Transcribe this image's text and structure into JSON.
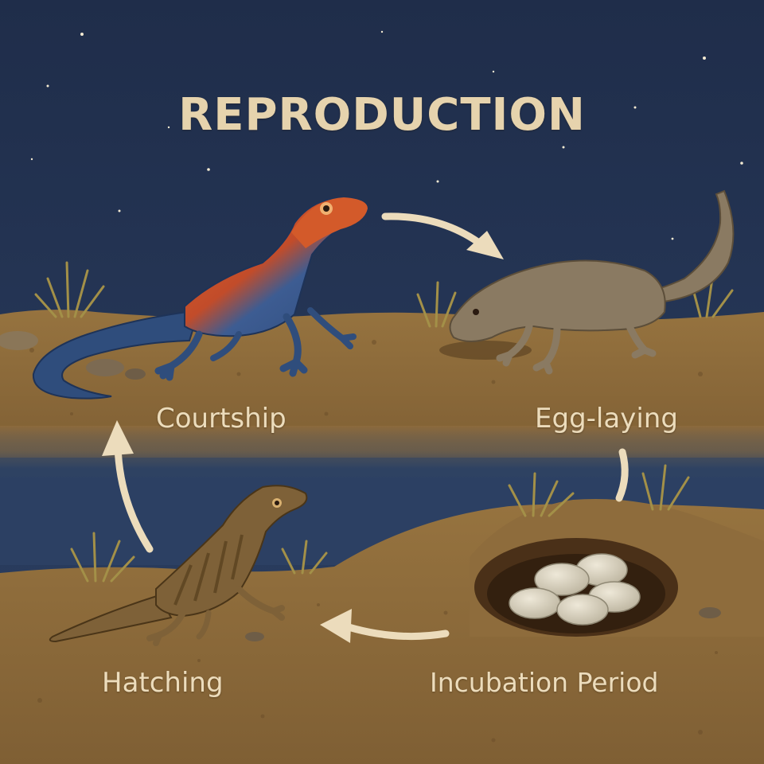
{
  "title": "REPRODUCTION",
  "stages": {
    "courtship": "Courtship",
    "egg_laying": "Egg-laying",
    "incubation": "Incubation Period",
    "hatching": "Hatching"
  },
  "colors": {
    "sky": "#243553",
    "ground": "#8c6a3c",
    "label": "#ecdcbc",
    "arrow": "#ecdcbc",
    "male_body": "#3a5a8c",
    "male_head": "#d35a2a",
    "female": "#8a7a62",
    "hatchling": "#7e6138",
    "egg": "#ddd6c4"
  },
  "icons": [
    "male-agama-lizard-icon",
    "female-lizard-icon",
    "egg-nest-icon",
    "hatchling-lizard-icon",
    "cycle-arrow-icon"
  ]
}
